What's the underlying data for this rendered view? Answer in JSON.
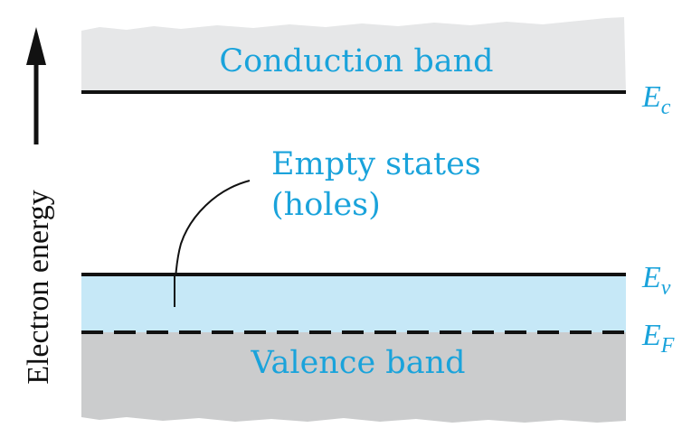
{
  "diagram": {
    "conduction_band_label": "Conduction band",
    "valence_band_label": "Valence band",
    "empty_states_line1": "Empty states",
    "empty_states_line2": "(holes)",
    "axis_label": "Electron energy",
    "levels": {
      "ec_main": "E",
      "ec_sub": "c",
      "ev_main": "E",
      "ev_sub": "v",
      "ef_main": "E",
      "ef_sub": "F"
    },
    "colors": {
      "band_gray": "#e6e7e8",
      "valence_gray": "#cbcccd",
      "holes_blue": "#c6e8f7",
      "label_blue": "#1aa3db",
      "line_black": "#111111"
    }
  }
}
